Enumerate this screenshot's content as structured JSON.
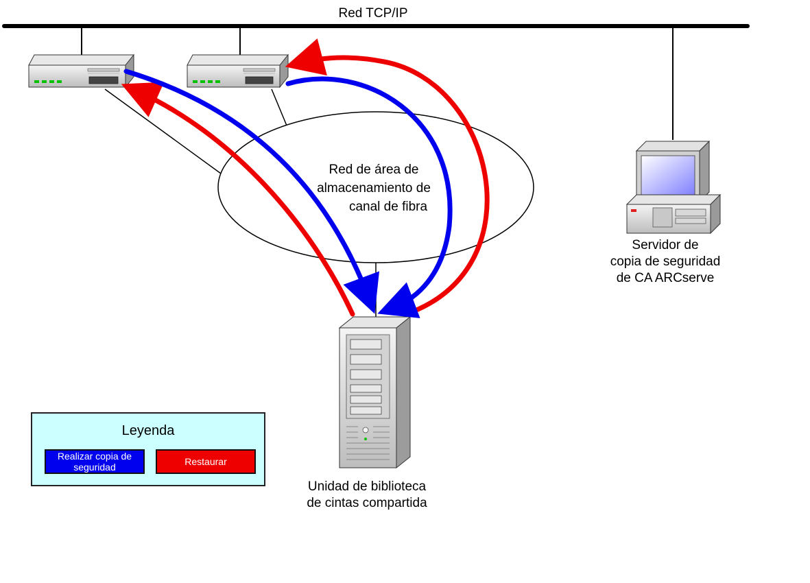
{
  "network": {
    "label": "Red TCP/IP"
  },
  "san": {
    "line1": "Red de área de",
    "line2": "almacenamiento de",
    "line3": "canal de fibra"
  },
  "server": {
    "line1": "Servidor de",
    "line2": "copia de seguridad",
    "line3": "de CA ARCserve"
  },
  "tape_library": {
    "line1": "Unidad de biblioteca",
    "line2": "de cintas compartida"
  },
  "legend": {
    "title": "Leyenda",
    "backup": {
      "label_line1": "Realizar copia de",
      "label_line2": "seguridad",
      "color": "#0000ee"
    },
    "restore": {
      "label": "Restaurar",
      "color": "#ee0000"
    }
  },
  "colors": {
    "backup_arrow": "#0000ee",
    "restore_arrow": "#ee0000",
    "legend_bg": "#ccffff"
  },
  "icons": [
    "network-bus-line",
    "backup-server-device-icon",
    "san-ellipse",
    "arcserve-server-computer-icon",
    "tape-library-tower-icon"
  ]
}
